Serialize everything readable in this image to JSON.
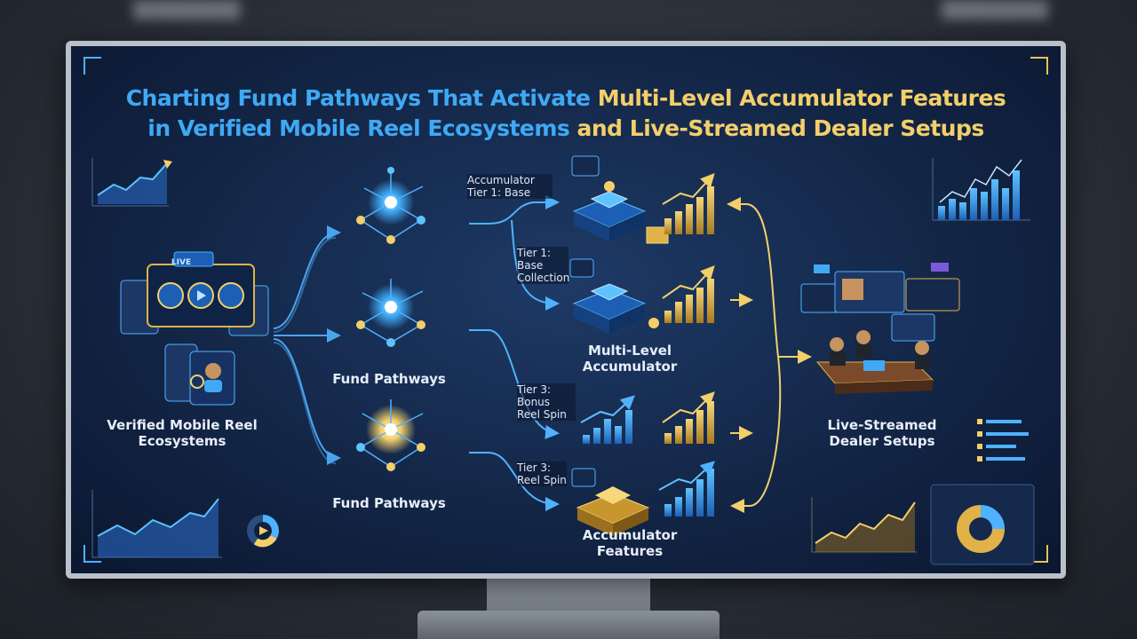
{
  "title": {
    "line1_blue": "Charting Fund Pathways That Activate ",
    "line1_gold": "Multi-Level Accumulator Features",
    "line2_blue": "in Verified Mobile Reel Ecosystems ",
    "line2_gold": "and Live-Streamed Dealer Setups"
  },
  "nodes": {
    "mobile": "Verified Mobile Reel Ecosystems",
    "fund1": "Fund Pathways",
    "fund2": "Fund Pathways",
    "multi": "Multi-Level Accumulator",
    "features": "Accumulator Features",
    "dealer": "Live-Streamed Dealer Setups"
  },
  "tiers": {
    "t1": "Accumulator Tier 1: Base",
    "t2": "Tier 1: Base Collection",
    "t3": "Tier 3: Bonus Reel Spin",
    "t4": "Tier 3: Reel Spin"
  },
  "badges": {
    "live": "LIVE"
  },
  "colors": {
    "blue": "#3fa9f5",
    "gold": "#f3cf6a",
    "screen": "#132647"
  }
}
